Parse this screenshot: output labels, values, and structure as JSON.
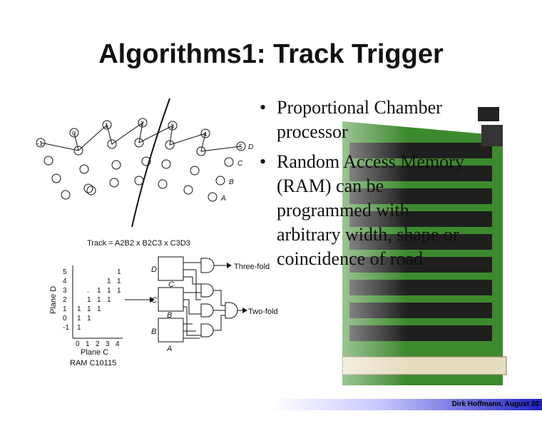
{
  "slide": {
    "title": "Algorithms1: Track Trigger",
    "bullets": [
      "Proportional Chamber processor",
      "Random Access Memory (RAM) can be programmed with arbitrary width, shape or coincidence of road"
    ],
    "footer": "Dirk Hoffmann, August 20"
  },
  "diagram": {
    "plane_labels": [
      "D",
      "C",
      "B",
      "A"
    ],
    "top_numbers": [
      "-1",
      "0",
      "1",
      "2",
      "3",
      "4",
      "5"
    ],
    "track_formula": "Track = A2B2 x B2C3 x C3D3",
    "ram": {
      "y_axis_label": "Plane D",
      "x_axis_label": "Plane C",
      "caption": "RAM C10115",
      "row_labels": [
        "5",
        "4",
        "3",
        "2",
        "1",
        "0",
        "-1"
      ],
      "col_labels": [
        "0",
        "1",
        "2",
        "3",
        "4"
      ],
      "rows": [
        [
          "",
          "",
          "",
          "",
          "1"
        ],
        [
          "",
          "",
          "",
          "1",
          "1"
        ],
        [
          "",
          ".",
          "1",
          "1",
          "1"
        ],
        [
          "",
          "1",
          "1",
          "1",
          ""
        ],
        [
          "1",
          "1",
          "1",
          "",
          ""
        ],
        [
          "1",
          "1",
          "",
          "",
          ""
        ],
        [
          "1",
          "",
          "",
          "",
          ""
        ]
      ]
    },
    "logic_left_labels": [
      "D",
      "C",
      "B"
    ],
    "logic_right_labels": [
      "C",
      "B",
      "A"
    ],
    "three_fold_label": "Three-fold",
    "two_fold_label": "Two-fold"
  },
  "colors": {
    "board_green": "#3d8a2e",
    "chip_black": "#1f1f1f",
    "footer_blue": "#2020c0"
  }
}
